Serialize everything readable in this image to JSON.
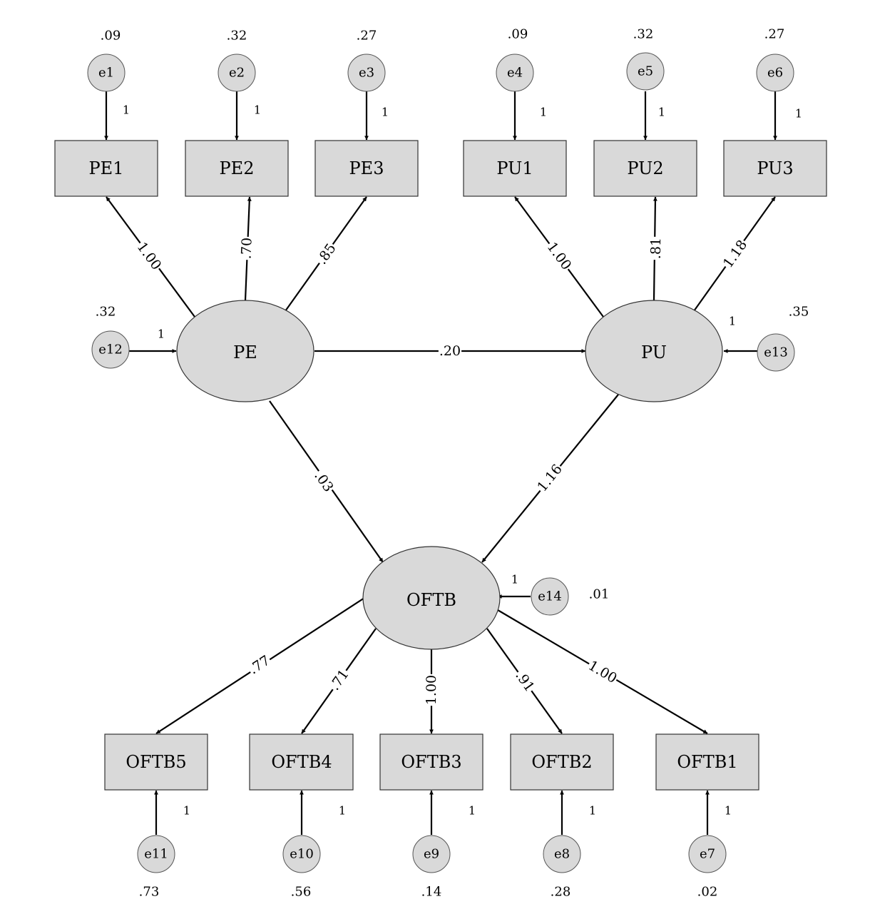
{
  "latents": {
    "pe": "PE",
    "pu": "PU",
    "oftb": "OFTB"
  },
  "indicators": {
    "pe1": "PE1",
    "pe2": "PE2",
    "pe3": "PE3",
    "pu1": "PU1",
    "pu2": "PU2",
    "pu3": "PU3",
    "oftb1": "OFTB1",
    "oftb2": "OFTB2",
    "oftb3": "OFTB3",
    "oftb4": "OFTB4",
    "oftb5": "OFTB5"
  },
  "errors": {
    "e1": "e1",
    "e2": "e2",
    "e3": "e3",
    "e4": "e4",
    "e5": "e5",
    "e6": "e6",
    "e7": "e7",
    "e8": "e8",
    "e9": "e9",
    "e10": "e10",
    "e11": "e11",
    "e12": "e12",
    "e13": "e13",
    "e14": "e14"
  },
  "variances": {
    "e1": ".09",
    "e2": ".32",
    "e3": ".27",
    "e4": ".09",
    "e5": ".32",
    "e6": ".27",
    "e7": ".02",
    "e8": ".28",
    "e9": ".14",
    "e10": ".56",
    "e11": ".73",
    "e12": ".32",
    "e13": ".35",
    "e14": ".01"
  },
  "fixed_weight": "1",
  "loadings": {
    "pe_pe1": "1.00",
    "pe_pe2": ".70",
    "pe_pe3": ".85",
    "pu_pu1": "1.00",
    "pu_pu2": ".81",
    "pu_pu3": "1.18",
    "oftb_oftb5": ".77",
    "oftb_oftb4": ".71",
    "oftb_oftb3": "1.00",
    "oftb_oftb2": ".91",
    "oftb_oftb1": "1.00"
  },
  "paths": {
    "pe_pu": ".20",
    "pe_oftb": ".03",
    "pu_oftb": "1.16"
  }
}
